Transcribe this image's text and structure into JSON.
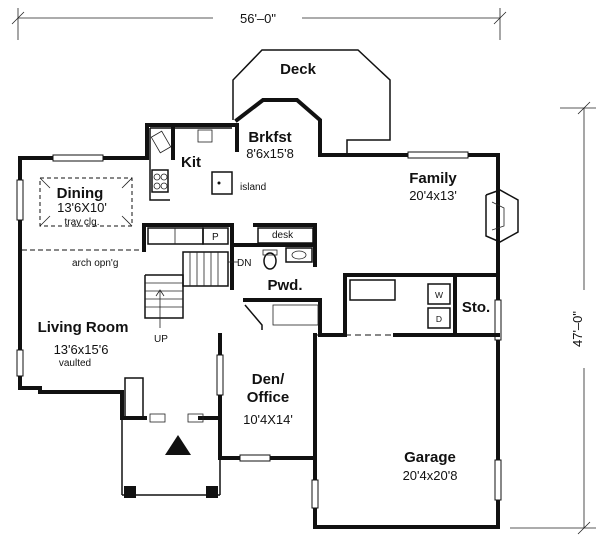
{
  "dimensions": {
    "width": "56'–0\"",
    "depth": "47'–0\""
  },
  "rooms": {
    "deck": {
      "name": "Deck"
    },
    "brkfst": {
      "name": "Brkfst",
      "size": "8'6x15'8"
    },
    "kit": {
      "name": "Kit"
    },
    "island": {
      "name": "island"
    },
    "dining": {
      "name": "Dining",
      "size": "13'6X10'",
      "note": "tray clg."
    },
    "family": {
      "name": "Family",
      "size": "20'4x13'"
    },
    "arch": {
      "name": "arch opn'g"
    },
    "pantry": {
      "name": "P"
    },
    "desk": {
      "name": "desk"
    },
    "stairs_dn": {
      "name": "DN"
    },
    "stairs_up": {
      "name": "UP"
    },
    "pwd": {
      "name": "Pwd."
    },
    "washer": {
      "name": "W"
    },
    "dryer": {
      "name": "D"
    },
    "sto": {
      "name": "Sto."
    },
    "living": {
      "name": "Living Room",
      "size": "13'6x15'6",
      "note": "vaulted"
    },
    "den": {
      "name": "Den/",
      "name2": "Office",
      "size": "10'4X14'"
    },
    "garage": {
      "name": "Garage",
      "size": "20'4x20'8"
    }
  }
}
